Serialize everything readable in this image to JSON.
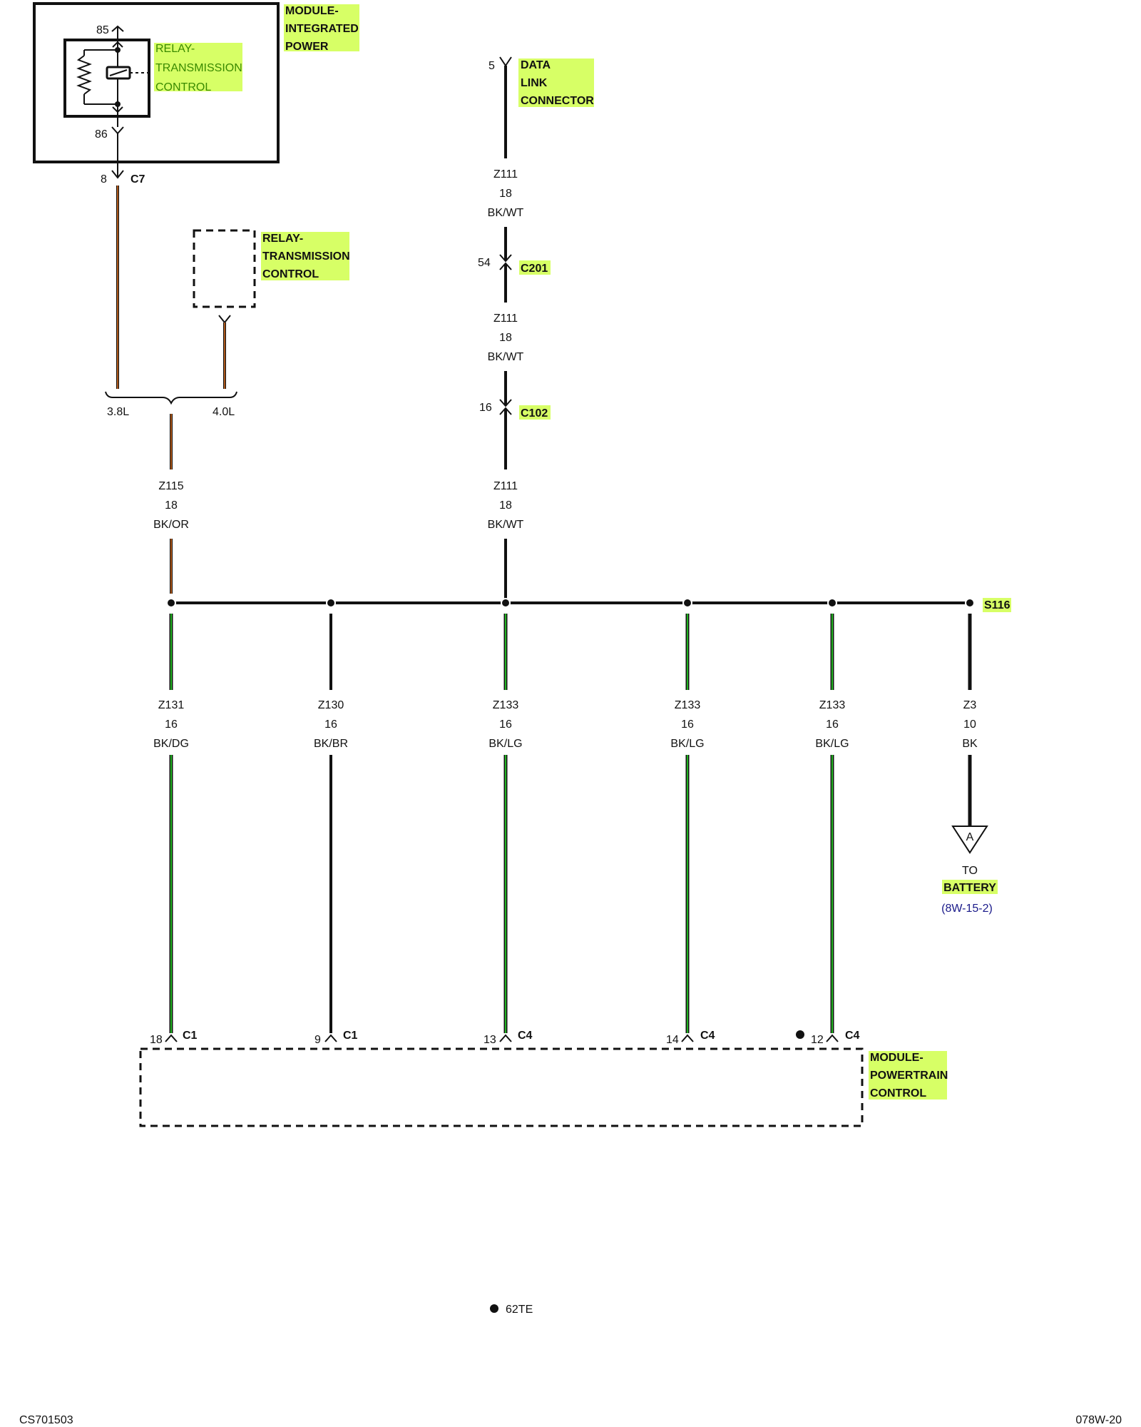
{
  "colors": {
    "highlight": "#d7ff66",
    "wire_black": "#111111",
    "wire_orange": "#e07020",
    "wire_green": "#22b422",
    "link_blue": "#1a1a8a"
  },
  "module_ipm": {
    "label": [
      "MODULE-",
      "INTEGRATED",
      "POWER"
    ]
  },
  "relay_internal": {
    "label": [
      "RELAY-",
      "TRANSMISSION",
      "CONTROL"
    ],
    "pin_top": "85",
    "pin_bottom": "86"
  },
  "c7": {
    "pin": "8",
    "connector": "C7"
  },
  "relay_external": {
    "label": [
      "RELAY-",
      "TRANSMISSION",
      "CONTROL"
    ]
  },
  "dlc": {
    "label": [
      "DATA",
      "LINK",
      "CONNECTOR"
    ],
    "pin": "5"
  },
  "z111_a": {
    "circuit": "Z111",
    "gauge": "18",
    "color": "BK/WT"
  },
  "c201": {
    "pin": "54",
    "connector": "C201"
  },
  "z111_b": {
    "circuit": "Z111",
    "gauge": "18",
    "color": "BK/WT"
  },
  "c102": {
    "pin": "16",
    "connector": "C102"
  },
  "z111_c": {
    "circuit": "Z111",
    "gauge": "18",
    "color": "BK/WT"
  },
  "engine_option": {
    "left": "3.8L",
    "right": "4.0L"
  },
  "z115": {
    "circuit": "Z115",
    "gauge": "18",
    "color": "BK/OR"
  },
  "splice": {
    "label": "S116"
  },
  "branches": [
    {
      "circuit": "Z131",
      "gauge": "16",
      "color": "BK/DG",
      "pin": "18",
      "connector": "C1"
    },
    {
      "circuit": "Z130",
      "gauge": "16",
      "color": "BK/BR",
      "pin": "9",
      "connector": "C1"
    },
    {
      "circuit": "Z133",
      "gauge": "16",
      "color": "BK/LG",
      "pin": "13",
      "connector": "C4"
    },
    {
      "circuit": "Z133",
      "gauge": "16",
      "color": "BK/LG",
      "pin": "14",
      "connector": "C4"
    },
    {
      "circuit": "Z133",
      "gauge": "16",
      "color": "BK/LG",
      "pin": "12",
      "connector": "C4"
    },
    {
      "circuit": "Z3",
      "gauge": "10",
      "color": "BK"
    }
  ],
  "ground_ref": {
    "letter": "A",
    "to": "TO",
    "label": "BATTERY",
    "ref": "(8W-15-2)"
  },
  "pcm": {
    "label": [
      "MODULE-",
      "POWERTRAIN",
      "CONTROL"
    ]
  },
  "legend": {
    "text": "62TE"
  },
  "footer": {
    "left": "CS701503",
    "right": "078W-20"
  }
}
